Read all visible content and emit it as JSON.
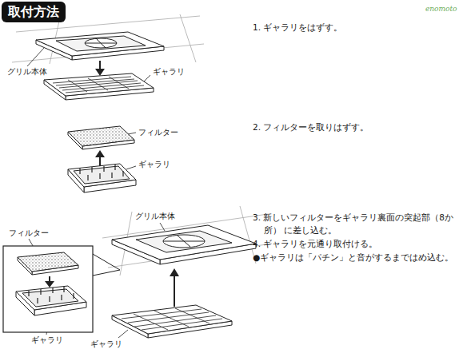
{
  "diagram": {
    "title": "取付方法",
    "labels": [
      "グリル本体",
      "ギャラリ",
      "1. ギャラリをはずす。",
      "フィルター",
      "ギャラリ",
      "2. フィルターを取りはずす。",
      "フィルター",
      "グリル本体",
      "ギャラリ",
      "ギャラリ",
      "3. 新しいフィルターをギャラリ裏面の突起部（8か所） に差し込む。",
      "4. ギャラリを元通り取付ける。",
      "●ギャラリは「パチン」と音がするまではめ込む。",
      "enomoto"
    ]
  }
}
